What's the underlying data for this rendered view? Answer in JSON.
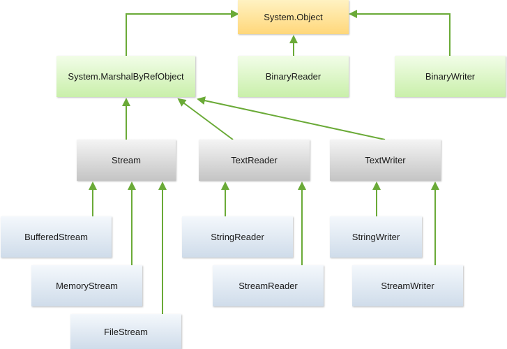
{
  "colors": {
    "arrow": "#6aaa37",
    "root_fill": "#ffd77a",
    "level1_fill": "#c9efaa",
    "abstract_fill": "#c4c4c4",
    "concrete_fill": "#cfdcea"
  },
  "nodes": {
    "system_object": "System.Object",
    "marshal_by_ref_object": "System.MarshalByRefObject",
    "binary_reader": "BinaryReader",
    "binary_writer": "BinaryWriter",
    "stream": "Stream",
    "text_reader": "TextReader",
    "text_writer": "TextWriter",
    "buffered_stream": "BufferedStream",
    "memory_stream": "MemoryStream",
    "file_stream": "FileStream",
    "string_reader": "StringReader",
    "stream_reader": "StreamReader",
    "string_writer": "StringWriter",
    "stream_writer": "StreamWriter"
  },
  "edges": [
    {
      "from": "marshal_by_ref_object",
      "to": "system_object"
    },
    {
      "from": "binary_reader",
      "to": "system_object"
    },
    {
      "from": "binary_writer",
      "to": "system_object"
    },
    {
      "from": "stream",
      "to": "marshal_by_ref_object"
    },
    {
      "from": "text_reader",
      "to": "marshal_by_ref_object"
    },
    {
      "from": "text_writer",
      "to": "marshal_by_ref_object"
    },
    {
      "from": "buffered_stream",
      "to": "stream"
    },
    {
      "from": "memory_stream",
      "to": "stream"
    },
    {
      "from": "file_stream",
      "to": "stream"
    },
    {
      "from": "string_reader",
      "to": "text_reader"
    },
    {
      "from": "stream_reader",
      "to": "text_reader"
    },
    {
      "from": "string_writer",
      "to": "text_writer"
    },
    {
      "from": "stream_writer",
      "to": "text_writer"
    }
  ]
}
